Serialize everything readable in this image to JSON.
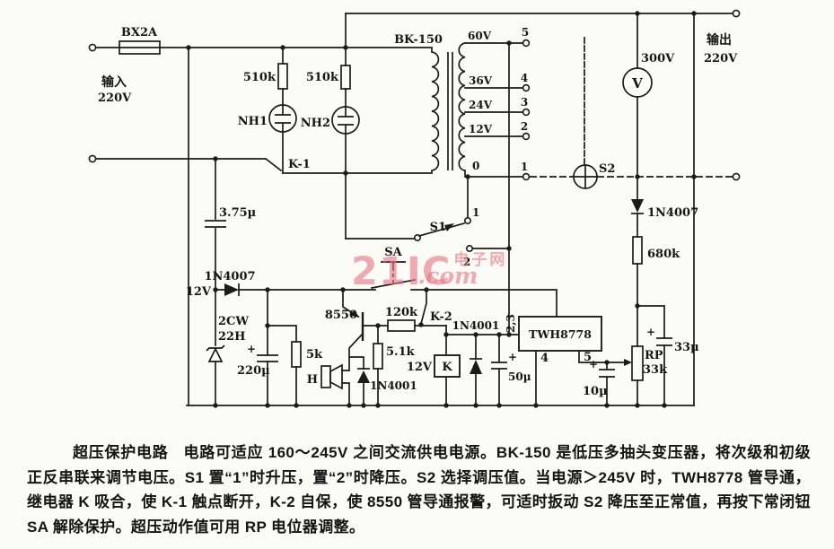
{
  "labels": {
    "fuse": "BX2A",
    "input_cn": "输入",
    "input_v": "220V",
    "output_cn": "输出",
    "output_v": "220V",
    "r1": "510k",
    "r2": "510k",
    "nh1": "NH1",
    "nh2": "NH2",
    "k1": "K-1",
    "transformer": "BK-150",
    "tap60": "60V",
    "tap36": "36V",
    "tap24": "24V",
    "tap12": "12V",
    "tap0": "0",
    "term5": "5",
    "term4": "4",
    "term3": "3",
    "term2": "2",
    "term1": "1",
    "s1": "S1",
    "s1_pos1": "1",
    "s1_pos2": "2",
    "s2": "S2",
    "meter_range": "300V",
    "meter": "V",
    "d1": "1N4007",
    "r3": "680k",
    "c1": "3.75µ",
    "rail12": "12V",
    "d2": "1N4007",
    "zw1": "2CW",
    "zw2": "22H",
    "c2": "220µ",
    "r4": "5k",
    "sa": "SA",
    "q1": "8550",
    "h": "H",
    "d3": "1N4001",
    "r5": "5.1k",
    "r6": "120k",
    "k2": "K-2",
    "relay_v": "12V",
    "relay": "K",
    "d4": "1N4001",
    "c3": "50µ",
    "ic": "TWH8778",
    "pin23": "2,3",
    "pin4": "4",
    "pin5": "5",
    "c4": "10µ",
    "rp": "RP",
    "rp_val": "33k",
    "c5": "33µ",
    "plus": "+"
  },
  "watermark": {
    "brand": "21IC",
    "cn": "电子网",
    "com": ".com"
  },
  "caption": {
    "title": "超压保护电路",
    "body": "电路可适应 160～245V 之间交流供电电源。BK-150 是低压多抽头变压器，将次级和初级正反串联来调节电压。S1 置“1”时升压，置“2”时降压。S2 选择调压值。当电源＞245V 时，TWH8778 管导通，继电器 K 吸合，使 K-1 触点断开，K-2 自保，使 8550 管导通报警，可适时扳动 S2 降压至正常值，再按下常闭钮 SA 解除保护。超压动作值可用 RP 电位器调整。"
  },
  "colors": {
    "ink": "#1b1b1b",
    "paper": "#fbfbf8",
    "watermark": "#e77885"
  }
}
